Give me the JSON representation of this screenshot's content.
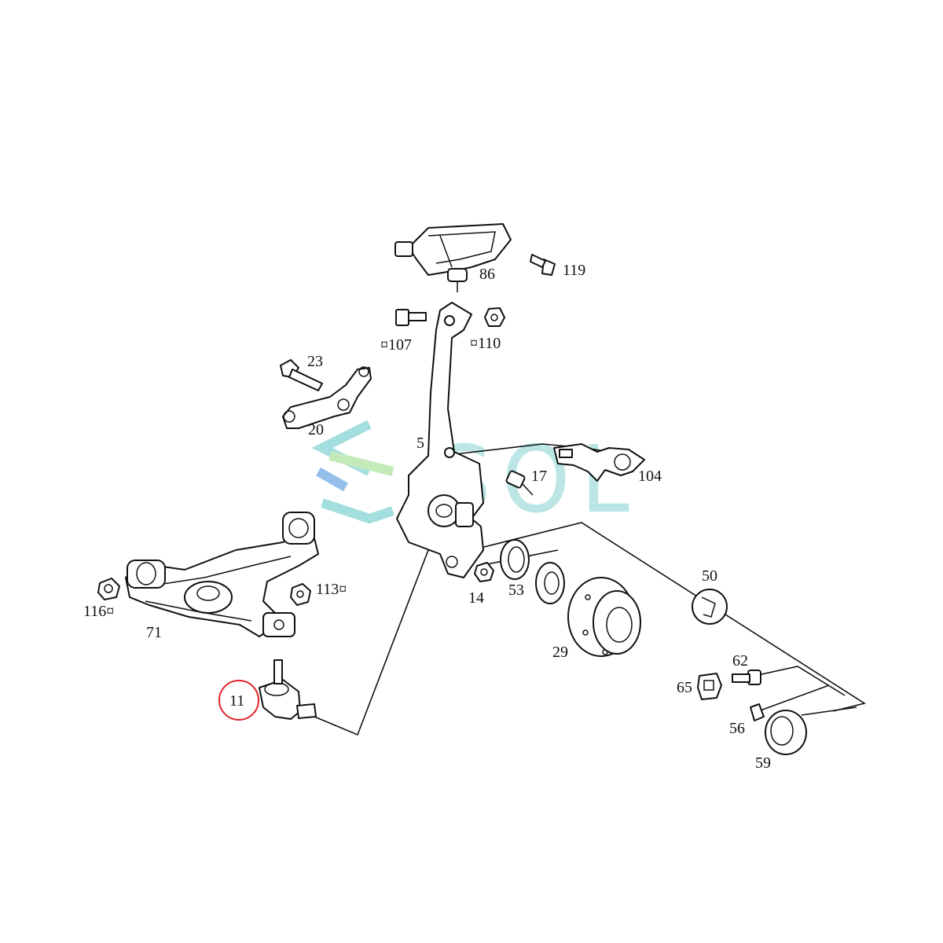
{
  "diagram": {
    "title": "front suspension parts diagram",
    "highlight_color": "#e0242c",
    "line_color": "#111111",
    "highlighted_part": "11",
    "parts": [
      {
        "id": "p86",
        "label": "86"
      },
      {
        "id": "p119",
        "label": "119"
      },
      {
        "id": "p107",
        "label": "¤107"
      },
      {
        "id": "p110",
        "label": "¤110"
      },
      {
        "id": "p23",
        "label": "23"
      },
      {
        "id": "p20",
        "label": "20"
      },
      {
        "id": "p5",
        "label": "5"
      },
      {
        "id": "p17",
        "label": "17"
      },
      {
        "id": "p104",
        "label": "104"
      },
      {
        "id": "p113",
        "label": "113¤"
      },
      {
        "id": "p116",
        "label": "116¤"
      },
      {
        "id": "p71",
        "label": "71"
      },
      {
        "id": "p14",
        "label": "14"
      },
      {
        "id": "p53",
        "label": "53"
      },
      {
        "id": "p50",
        "label": "50"
      },
      {
        "id": "p29",
        "label": "29"
      },
      {
        "id": "p62",
        "label": "62"
      },
      {
        "id": "p65",
        "label": "65"
      },
      {
        "id": "p56",
        "label": "56"
      },
      {
        "id": "p59",
        "label": "59"
      },
      {
        "id": "p11",
        "label": "11"
      }
    ]
  },
  "watermark": {
    "text": "SOL",
    "colors": [
      "#8fd6d6",
      "#b6e6a8",
      "#7ab0e6"
    ]
  }
}
